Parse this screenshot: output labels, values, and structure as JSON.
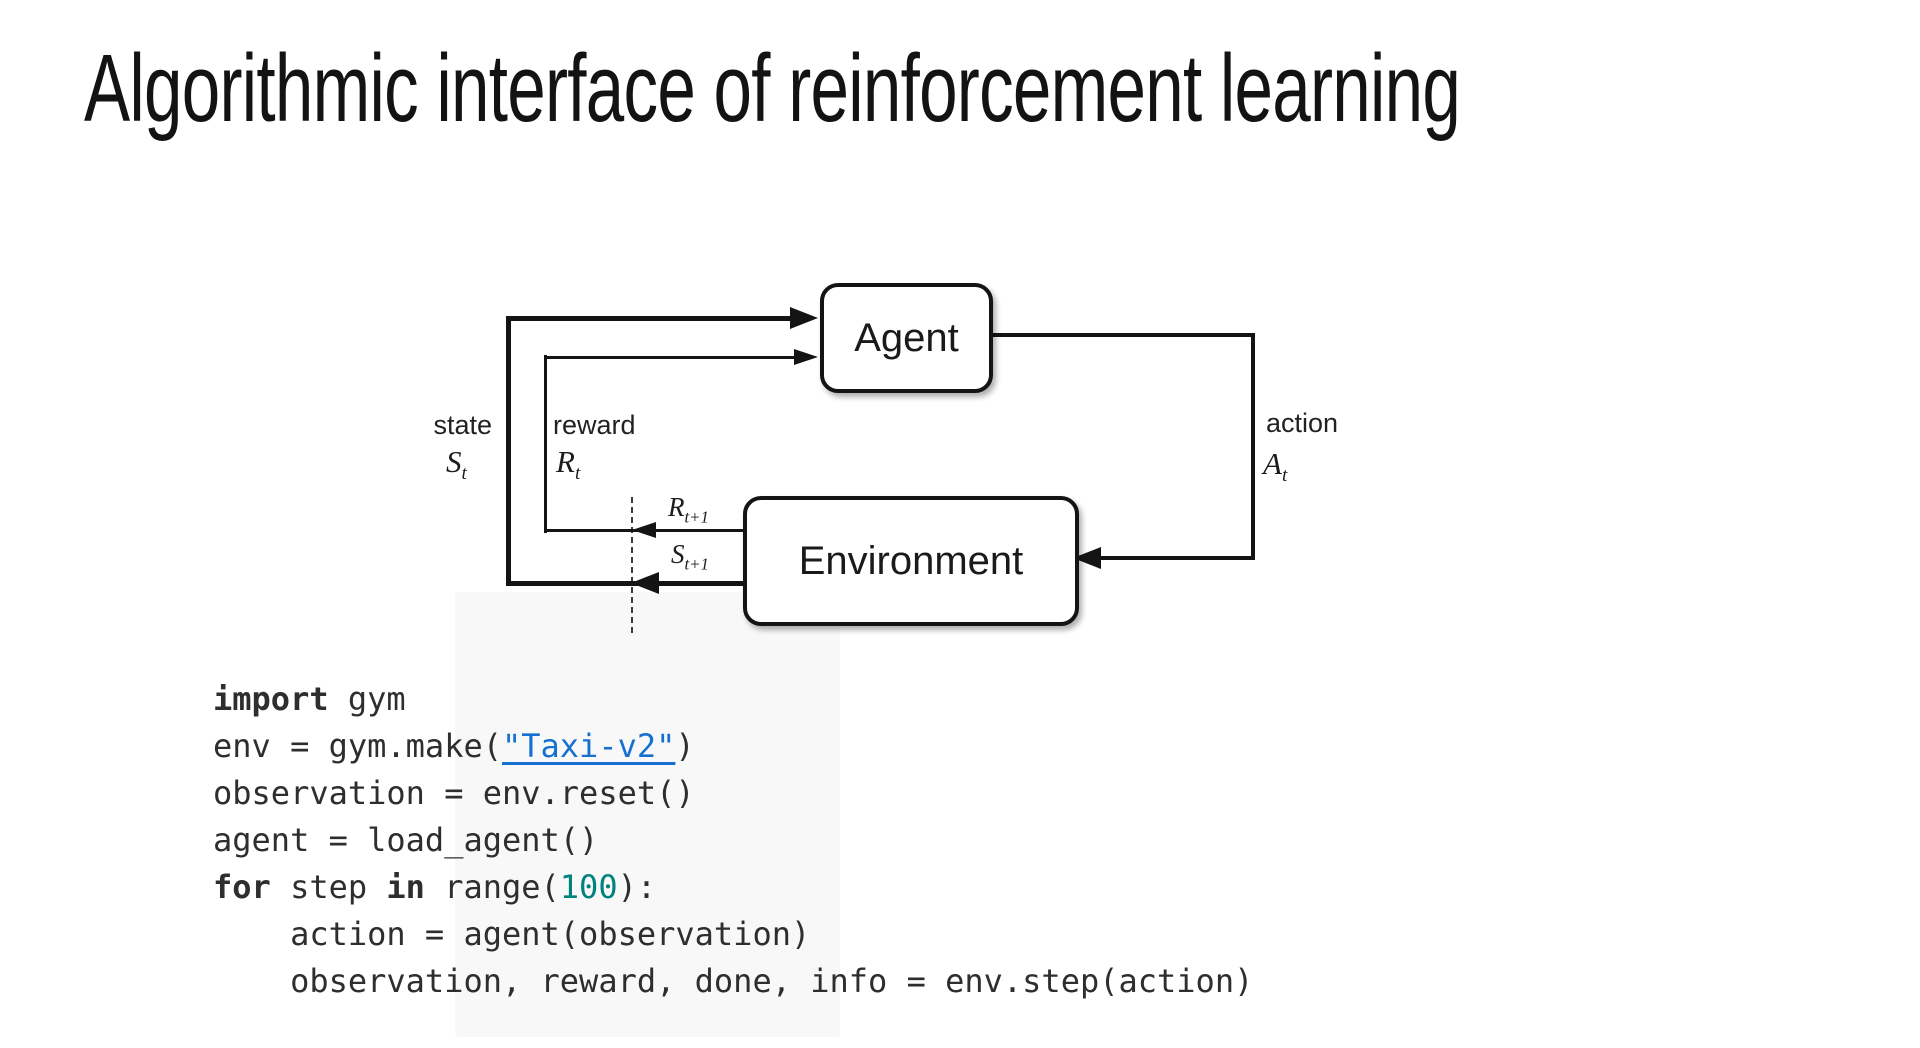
{
  "title": "Algorithmic interface of reinforcement learning",
  "diagram": {
    "agent_label": "Agent",
    "environment_label": "Environment",
    "state": {
      "label": "state",
      "symbol": "S",
      "sub": "t"
    },
    "reward": {
      "label": "reward",
      "symbol": "R",
      "sub": "t"
    },
    "action": {
      "label": "action",
      "symbol": "A",
      "sub": "t"
    },
    "next_reward": {
      "symbol": "R",
      "sub": "t+1"
    },
    "next_state": {
      "symbol": "S",
      "sub": "t+1"
    }
  },
  "code": {
    "colors": {
      "text": "#2e2e2e",
      "link": "#1670d0",
      "number": "#00827d"
    },
    "lines": [
      [
        {
          "t": "import",
          "c": "kw"
        },
        {
          "t": " gym",
          "c": "p"
        }
      ],
      [
        {
          "t": "env = gym.make(",
          "c": "p"
        },
        {
          "t": "\"Taxi-v2\"",
          "c": "link"
        },
        {
          "t": ")",
          "c": "p"
        }
      ],
      [
        {
          "t": "observation = env.reset()",
          "c": "p"
        }
      ],
      [
        {
          "t": "agent = load_agent()",
          "c": "p"
        }
      ],
      [
        {
          "t": "for",
          "c": "kw"
        },
        {
          "t": " step ",
          "c": "p"
        },
        {
          "t": "in",
          "c": "kw"
        },
        {
          "t": " range(",
          "c": "p"
        },
        {
          "t": "100",
          "c": "num"
        },
        {
          "t": "):",
          "c": "p"
        }
      ],
      [
        {
          "t": "    action = agent(observation)",
          "c": "p"
        }
      ],
      [
        {
          "t": "    observation, reward, done, info = env.step(action)",
          "c": "p"
        }
      ]
    ]
  }
}
